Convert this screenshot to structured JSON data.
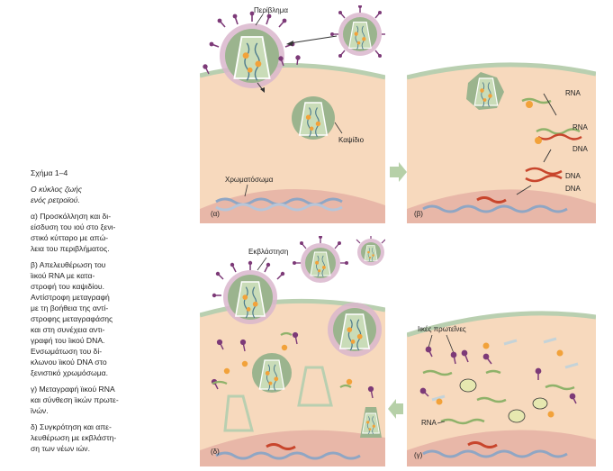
{
  "caption": {
    "title": "Σχήμα 1–4",
    "subtitle_lines": [
      "Ο κύκλος ζωής",
      "ενός ρετροϊού."
    ],
    "step_a_lines": [
      "α) Προσκόλληση και δι-",
      "είσδυση του ιού στο ξενι-",
      "στικό κύτταρο με απώ-",
      "λεια του περιβλήματος."
    ],
    "step_b_lines": [
      "β) Απελευθέρωση του",
      "ϊικού RNA με κατα-",
      "στροφή του καψιδίου.",
      "Αντίστροφη μεταγραφή",
      "με τη βοήθεια της αντί-",
      "στροφης μεταγραφάσης",
      "και στη συνέχεια αντι-",
      "γραφή του ϊικού DNA.",
      "Ενσωμάτωση του δί-",
      "κλωνου ϊικού DNA στο",
      "ξενιστικό χρωμόσωμα."
    ],
    "step_c_lines": [
      "γ) Μεταγραφή ϊικού RNA",
      "και σύνθεση ϊικών πρωτε-",
      "ϊνών."
    ],
    "step_d_lines": [
      "δ) Συγκρότηση και απε-",
      "λευθέρωση με εκβλάστη-",
      "ση των νέων ιών."
    ]
  },
  "panels": {
    "a": {
      "letter": "(α)",
      "label_envelope": "Περίβλημα",
      "label_capsid": "Καψίδιο",
      "label_chromosome": "Χρωματόσωμα"
    },
    "b": {
      "letter": "(β)",
      "label_rna_1": "RNA",
      "label_rna_2": "RNA",
      "label_dna_1": "DNA",
      "label_dna_2": "DNA",
      "label_dna_3": "DNA"
    },
    "c": {
      "letter": "(γ)",
      "label_proteins": "Ιικές πρωτεΐνες",
      "label_rna": "RNA"
    },
    "d": {
      "letter": "(δ)",
      "label_budding": "Εκβλάστηση"
    }
  },
  "colors": {
    "cytoplasm": "#f7d9bd",
    "membrane": "#b9cfb0",
    "nucleus": "#e8b7a8",
    "virus_green": "#9bb48e",
    "envelope_pink": "#d9b6cc",
    "spike_purple": "#7d3a78",
    "rna_green": "#8fb26a",
    "dna_red": "#c8452c",
    "chromosome_blue": "#8fa6c4",
    "enzyme_orange": "#f2a23a",
    "arrow_green": "#b6d0a8"
  }
}
